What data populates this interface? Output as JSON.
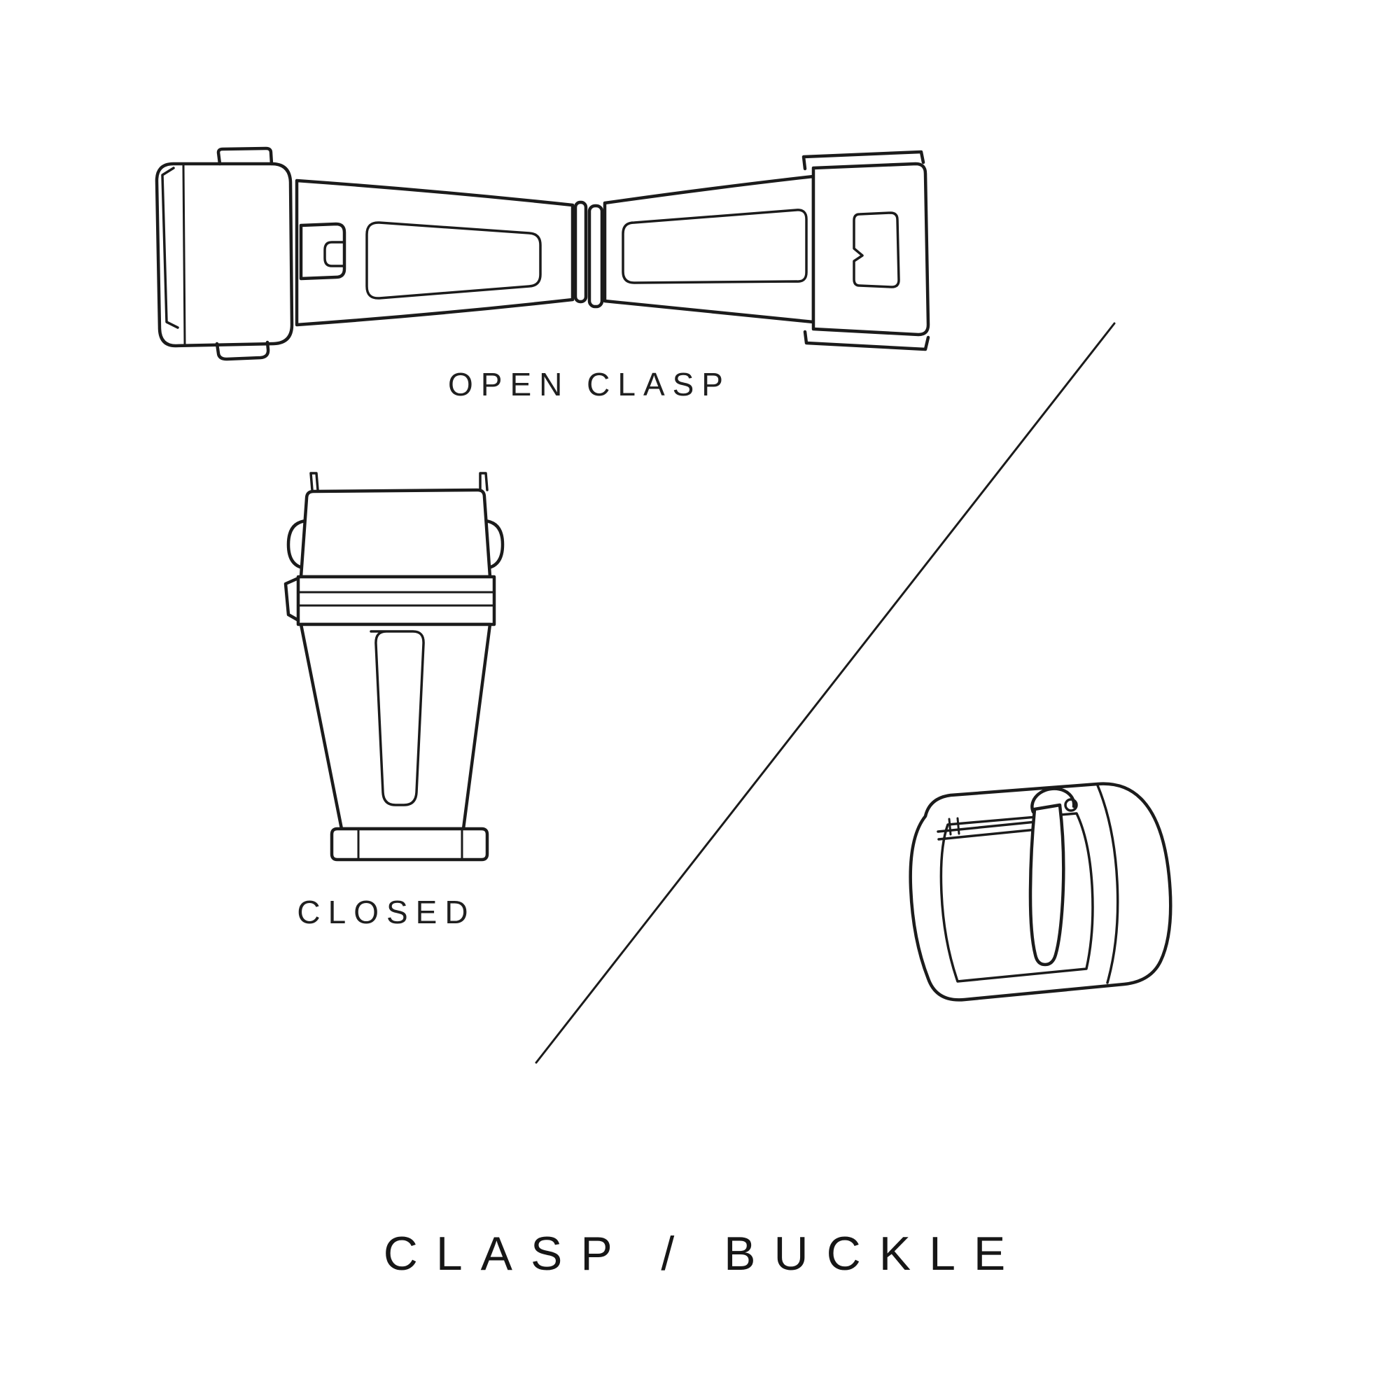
{
  "diagram": {
    "title": "CLASP / BUCKLE",
    "labels": {
      "open_clasp": "OPEN CLASP",
      "closed": "CLOSED"
    },
    "illustrations": {
      "open_clasp": "open-clasp-illustration",
      "closed_clasp": "closed-clasp-illustration",
      "buckle": "tang-buckle-illustration",
      "divider": "diagonal-divider-line"
    },
    "colors": {
      "stroke": "#1b1b1b",
      "background": "#ffffff"
    }
  }
}
